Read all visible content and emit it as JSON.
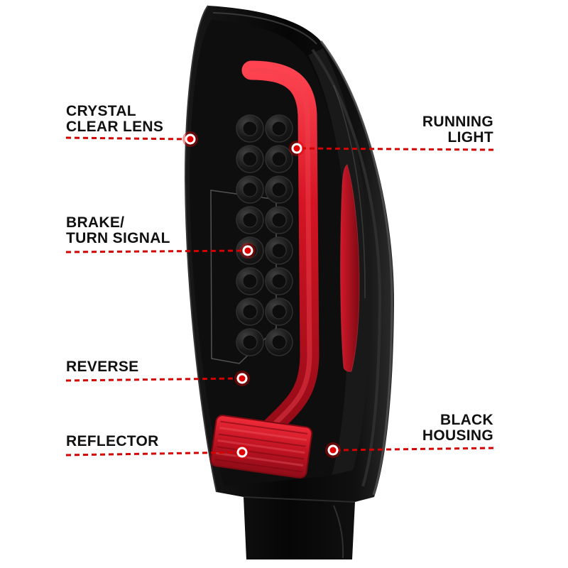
{
  "page": {
    "background": "#ffffff",
    "description": "Product callout diagram of an LED tail light"
  },
  "illustration": {
    "subject": "led-tail-light",
    "colors": {
      "housing": "#0a0a0a",
      "light_bar": "#d41424",
      "reflector": "#c11322",
      "side_marker": "#b11020",
      "leader_line": "#d40000",
      "label_text": "#111111"
    }
  },
  "callouts": [
    {
      "id": "crystal-clear-lens",
      "lines": [
        "CRYSTAL",
        "CLEAR LENS"
      ],
      "side": "left"
    },
    {
      "id": "brake-turn-signal",
      "lines": [
        "BRAKE/",
        "TURN SIGNAL"
      ],
      "side": "left"
    },
    {
      "id": "reverse",
      "lines": [
        "REVERSE"
      ],
      "side": "left"
    },
    {
      "id": "reflector",
      "lines": [
        "REFLECTOR"
      ],
      "side": "left"
    },
    {
      "id": "running-light",
      "lines": [
        "RUNNING",
        "LIGHT"
      ],
      "side": "right"
    },
    {
      "id": "black-housing",
      "lines": [
        "BLACK",
        "HOUSING"
      ],
      "side": "right"
    }
  ]
}
